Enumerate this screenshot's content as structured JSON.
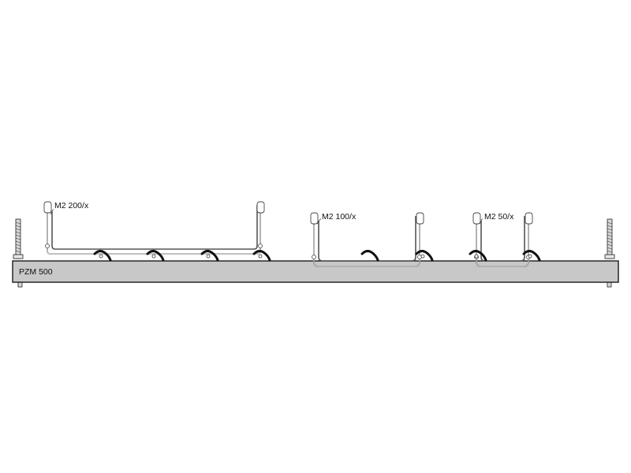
{
  "diagram": {
    "rail_label": "PZM 500",
    "baskets": [
      {
        "label": "M2 200/x"
      },
      {
        "label": "M2 100/x"
      },
      {
        "label": "M2 50/x"
      }
    ]
  },
  "colors": {
    "rail_fill": "#c8c8c8",
    "rail_stroke": "#1a1a1a",
    "wire": "#555555",
    "clip": "#111111",
    "background": "#ffffff"
  }
}
